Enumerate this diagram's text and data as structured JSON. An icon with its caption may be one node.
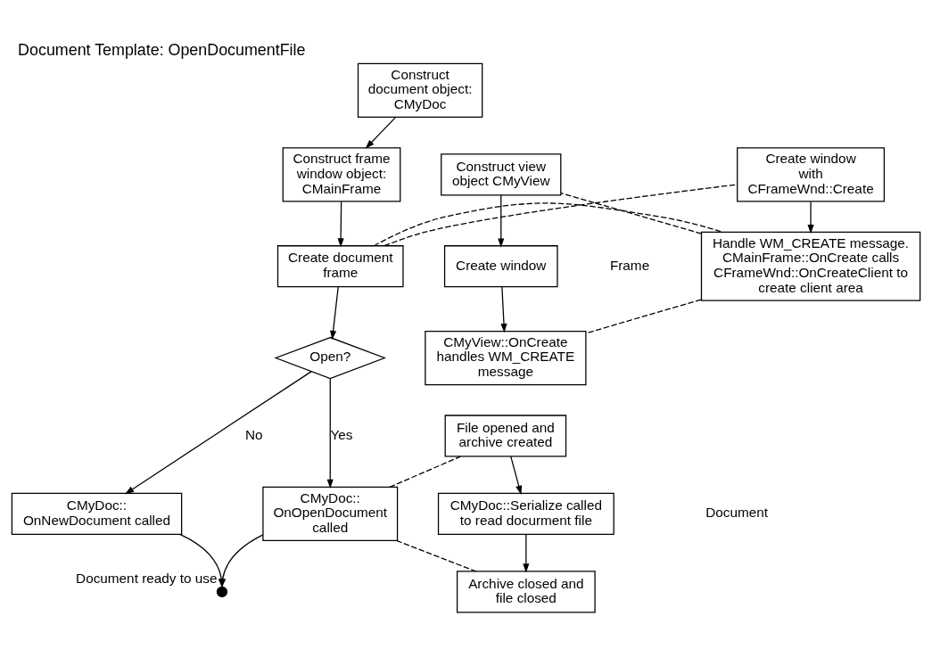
{
  "diagram": {
    "title": "Document Template: OpenDocumentFile",
    "nodes": [
      {
        "text": [
          "Construct document object: CMyDoc"
        ]
      },
      {
        "text": [
          "Construct frame window object: CMainFrame"
        ]
      },
      {
        "text": [
          "Create document frame"
        ]
      },
      {
        "text": [
          "Open?"
        ]
      },
      {
        "text": [
          "CMyDoc:: OnNewDocument called"
        ]
      },
      {
        "text": [
          "CMyDoc:: OnOpenDocument called"
        ]
      },
      {
        "text": [],
        "shape": "circle",
        "beside": [
          "Document ready to use"
        ]
      },
      {
        "text": [
          "Create window with CFrameWnd::Create"
        ]
      },
      {
        "text": [
          "Handle WM_CREATE message. CMainFrame::OnCreate calls CFrameWnd::OnCreateClient to create client area"
        ]
      },
      {
        "text": [
          "Construct view object CMyView"
        ]
      },
      {
        "text": [
          "Create window"
        ]
      },
      {
        "text": [
          "CMyView::OnCreate handles WM_CREATE message"
        ]
      },
      {
        "text": [
          "File opened and archive created"
        ]
      },
      {
        "text": [
          "CMyDoc::Serialize called to read docurment file"
        ]
      },
      {
        "text": [
          "Archive closed and file closed"
        ]
      }
    ],
    "edges": [
      {
        "from": 0,
        "to": 1,
        "arrow": "to"
      },
      {
        "from": 1,
        "to": 2,
        "arrow": "to"
      },
      {
        "from": 2,
        "to": 3,
        "arrow": "to"
      },
      {
        "from": 3,
        "to": 4,
        "arrow": "to",
        "label": "No"
      },
      {
        "from": 3,
        "to": 5,
        "arrow": "to",
        "label": "Yes"
      },
      {
        "from": 4,
        "to": 6,
        "arrow": "to"
      },
      {
        "from": 5,
        "to": 6,
        "arrow": "to"
      },
      {
        "from": 7,
        "to": 8,
        "arrow": "to"
      },
      {
        "from": 9,
        "to": 10,
        "arrow": "to"
      },
      {
        "from": 10,
        "to": 11,
        "arrow": "to"
      },
      {
        "from": 12,
        "to": 13,
        "arrow": "to"
      },
      {
        "from": 13,
        "to": 14,
        "arrow": "to"
      },
      {
        "from": 2,
        "to": 7,
        "arrow": "none",
        "style": "dashed"
      },
      {
        "from": 2,
        "to": 8,
        "arrow": "none",
        "style": "dashed"
      },
      {
        "from": 8,
        "to": 9,
        "arrow": "none",
        "style": "dashed"
      },
      {
        "from": 8,
        "to": 11,
        "arrow": "none",
        "style": "dashed"
      },
      {
        "from": 5,
        "to": 12,
        "arrow": "none",
        "style": "dashed"
      },
      {
        "from": 5,
        "to": 14,
        "arrow": "none",
        "style": "dashed"
      }
    ],
    "labels": [
      "Frame",
      "Document"
    ]
  }
}
